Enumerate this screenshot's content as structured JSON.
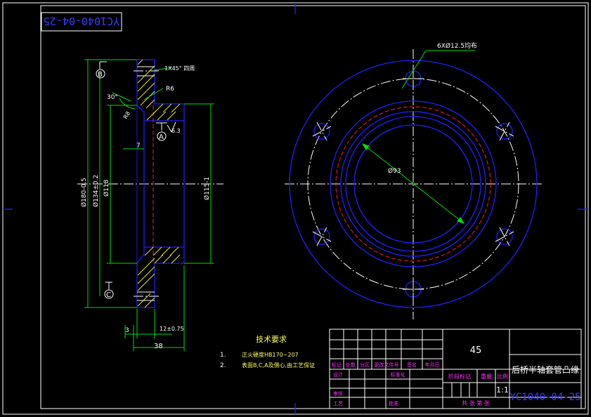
{
  "drawing": {
    "part_number": "YC1040-04-25",
    "part_number_mirrored": "YC1040-04-25",
    "part_name": "后桥半轴套管凸缘",
    "material": "45",
    "scale": "1:1"
  },
  "section_view": {
    "datum_b": "B",
    "datum_c": "C",
    "datum_a": "A",
    "chamfer_note": "1X45° 四周",
    "fillet_r6": "R6",
    "angle_30": "30°",
    "fillet_r8": "R8",
    "roughness": "6.3",
    "dim_7": "7",
    "dim_od180": "Ø180-0.5",
    "dim_bc134": "Ø134±0.2",
    "dim_118": "Ø118",
    "dim_115": "Ø115-1",
    "dim_3": "3",
    "dim_12": "12±0.75",
    "dim_38": "38"
  },
  "front_view": {
    "holes_note": "6XØ12.5均布",
    "dim_93": "Ø93"
  },
  "tech_requirements": {
    "title": "技术要求",
    "items": [
      {
        "num": "1.",
        "text": "正火硬度HB170~207"
      },
      {
        "num": "2.",
        "text": "表面B,C,A及侧心,由工艺保证"
      }
    ]
  },
  "title_block": {
    "col_labels": [
      "标记",
      "处数",
      "分区",
      "更改文件号",
      "签名",
      "年月日"
    ],
    "design": "设计",
    "standardize": "标准化",
    "review": "审核",
    "process": "工艺",
    "approve": "批准",
    "stage_mark": "阶段标记",
    "weight": "重量",
    "scale_label": "比例",
    "sheets": "共  张  第  张"
  }
}
